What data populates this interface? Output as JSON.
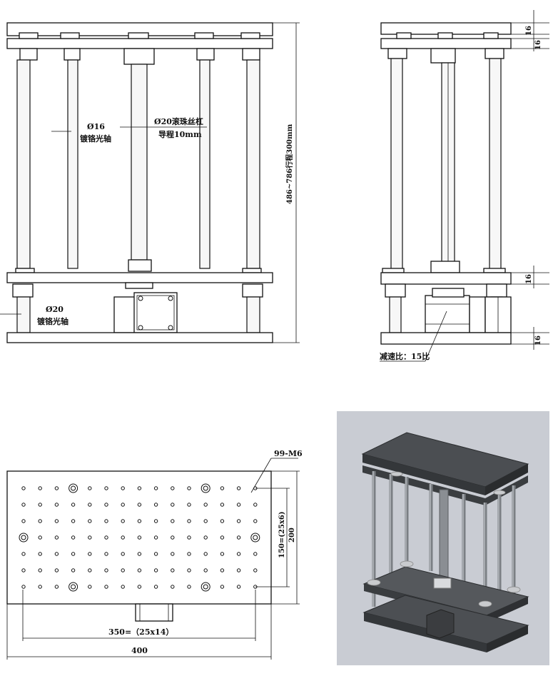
{
  "front_view": {
    "label_rod16_dia": "Ø16",
    "label_rod16_desc": "镀铬光轴",
    "label_screw_dia": "Ø20滚珠丝杠",
    "label_screw_lead": "导程10mm",
    "label_height": "486~786行程300mm",
    "label_rod20_dia": "Ø20",
    "label_rod20_desc": "镀铬光轴"
  },
  "side_view": {
    "dim_top_1": "16",
    "dim_top_2": "16",
    "dim_mid": "16",
    "dim_bottom": "16",
    "label_ratio": "减速比：15比"
  },
  "top_view": {
    "label_holes": "99-M6",
    "label_width_inner": "350=（25x14）",
    "label_width_total": "400",
    "label_height_inner": "150=(25x6)",
    "label_height_total": "200"
  },
  "render": {
    "background_color": "#c9ccd3"
  }
}
